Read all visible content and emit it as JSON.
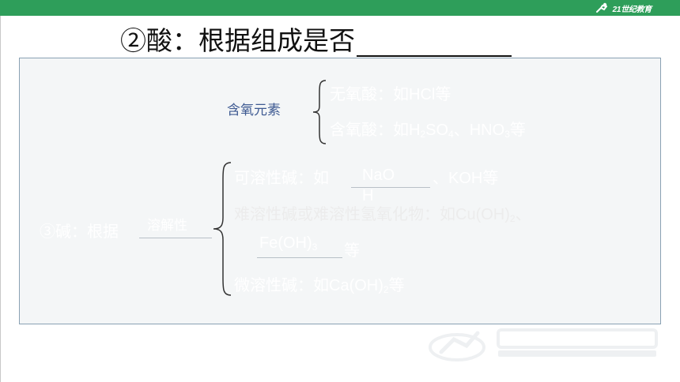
{
  "header": {
    "bar_color": "#2e9e5a",
    "logo_text": "21世纪教育",
    "logo_icon": "runner-logo-icon"
  },
  "heading": {
    "text": "②酸：根据组成是否"
  },
  "acid_section": {
    "label": "含氧元素",
    "label_color": "#3e5a92",
    "items": [
      {
        "pre": "无氧酸：如HCl等"
      },
      {
        "pre": "含氧酸：如H",
        "s1": "2",
        "m": "SO",
        "s2": "4",
        "m2": "、HNO",
        "s3": "3",
        "post": "等"
      }
    ]
  },
  "base_section": {
    "lead": "③碱：根据",
    "answer": "溶解性",
    "items": {
      "soluble_prefix": "可溶性碱：如",
      "soluble_answer_1": "NaO",
      "soluble_answer_2": "H",
      "soluble_suffix": "、KOH等",
      "insoluble_line": "难溶性碱或难溶性氢氧化物：如Cu(OH)",
      "insoluble_sub": "2",
      "insoluble_tail": "、",
      "insoluble_answer": "Fe(OH)",
      "insoluble_answer_sub": "3",
      "insoluble_suffix": "等",
      "slightly_prefix": "微溶性碱：如Ca(OH)",
      "slightly_sub": "2",
      "slightly_suffix": "等"
    }
  },
  "watermark": {
    "icon": "21st-century-education-logo"
  }
}
